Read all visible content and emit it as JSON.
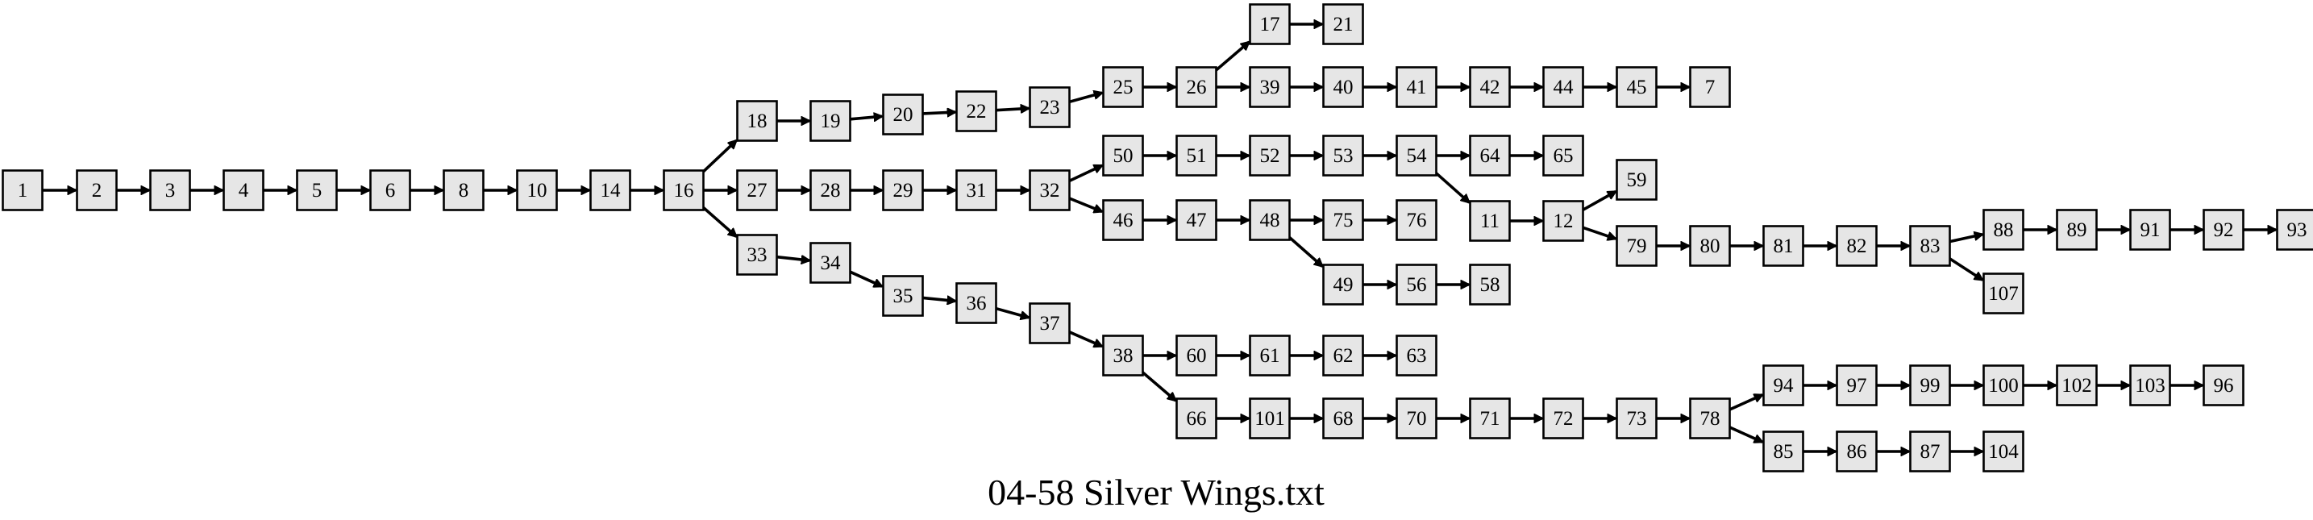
{
  "caption": "04-58 Silver Wings.txt",
  "colors": {
    "node_fill": "#e6e6e6",
    "node_stroke": "#000000",
    "edge": "#000000",
    "background": "#ffffff"
  },
  "nodes": [
    "1",
    "2",
    "3",
    "4",
    "5",
    "6",
    "8",
    "10",
    "14",
    "16",
    "18",
    "19",
    "20",
    "22",
    "23",
    "25",
    "26",
    "17",
    "21",
    "39",
    "40",
    "41",
    "42",
    "44",
    "45",
    "7",
    "27",
    "28",
    "29",
    "31",
    "32",
    "50",
    "51",
    "52",
    "53",
    "54",
    "64",
    "65",
    "11",
    "12",
    "59",
    "79",
    "80",
    "81",
    "82",
    "83",
    "88",
    "89",
    "91",
    "92",
    "93",
    "107",
    "46",
    "47",
    "48",
    "75",
    "76",
    "49",
    "56",
    "58",
    "33",
    "34",
    "35",
    "36",
    "37",
    "38",
    "60",
    "61",
    "62",
    "63",
    "66",
    "101",
    "68",
    "70",
    "71",
    "72",
    "73",
    "78",
    "94",
    "97",
    "99",
    "100",
    "102",
    "103",
    "96",
    "85",
    "86",
    "87",
    "104"
  ],
  "edges": [
    [
      "1",
      "2"
    ],
    [
      "2",
      "3"
    ],
    [
      "3",
      "4"
    ],
    [
      "4",
      "5"
    ],
    [
      "5",
      "6"
    ],
    [
      "6",
      "8"
    ],
    [
      "8",
      "10"
    ],
    [
      "10",
      "14"
    ],
    [
      "14",
      "16"
    ],
    [
      "16",
      "18"
    ],
    [
      "16",
      "27"
    ],
    [
      "16",
      "33"
    ],
    [
      "18",
      "19"
    ],
    [
      "19",
      "20"
    ],
    [
      "20",
      "22"
    ],
    [
      "22",
      "23"
    ],
    [
      "23",
      "25"
    ],
    [
      "25",
      "26"
    ],
    [
      "26",
      "17"
    ],
    [
      "26",
      "39"
    ],
    [
      "17",
      "21"
    ],
    [
      "39",
      "40"
    ],
    [
      "40",
      "41"
    ],
    [
      "41",
      "42"
    ],
    [
      "42",
      "44"
    ],
    [
      "44",
      "45"
    ],
    [
      "45",
      "7"
    ],
    [
      "27",
      "28"
    ],
    [
      "28",
      "29"
    ],
    [
      "29",
      "31"
    ],
    [
      "31",
      "32"
    ],
    [
      "32",
      "50"
    ],
    [
      "32",
      "46"
    ],
    [
      "50",
      "51"
    ],
    [
      "51",
      "52"
    ],
    [
      "52",
      "53"
    ],
    [
      "53",
      "54"
    ],
    [
      "54",
      "64"
    ],
    [
      "54",
      "11"
    ],
    [
      "64",
      "65"
    ],
    [
      "11",
      "12"
    ],
    [
      "12",
      "59"
    ],
    [
      "12",
      "79"
    ],
    [
      "79",
      "80"
    ],
    [
      "80",
      "81"
    ],
    [
      "81",
      "82"
    ],
    [
      "82",
      "83"
    ],
    [
      "83",
      "88"
    ],
    [
      "83",
      "107"
    ],
    [
      "88",
      "89"
    ],
    [
      "89",
      "91"
    ],
    [
      "91",
      "92"
    ],
    [
      "92",
      "93"
    ],
    [
      "46",
      "47"
    ],
    [
      "47",
      "48"
    ],
    [
      "48",
      "75"
    ],
    [
      "48",
      "49"
    ],
    [
      "75",
      "76"
    ],
    [
      "49",
      "56"
    ],
    [
      "56",
      "58"
    ],
    [
      "33",
      "34"
    ],
    [
      "34",
      "35"
    ],
    [
      "35",
      "36"
    ],
    [
      "36",
      "37"
    ],
    [
      "37",
      "38"
    ],
    [
      "38",
      "60"
    ],
    [
      "38",
      "66"
    ],
    [
      "60",
      "61"
    ],
    [
      "61",
      "62"
    ],
    [
      "62",
      "63"
    ],
    [
      "66",
      "101"
    ],
    [
      "101",
      "68"
    ],
    [
      "68",
      "70"
    ],
    [
      "70",
      "71"
    ],
    [
      "71",
      "72"
    ],
    [
      "72",
      "73"
    ],
    [
      "73",
      "78"
    ],
    [
      "78",
      "94"
    ],
    [
      "78",
      "85"
    ],
    [
      "94",
      "97"
    ],
    [
      "97",
      "99"
    ],
    [
      "99",
      "100"
    ],
    [
      "100",
      "102"
    ],
    [
      "102",
      "103"
    ],
    [
      "103",
      "96"
    ],
    [
      "85",
      "86"
    ],
    [
      "86",
      "87"
    ],
    [
      "87",
      "104"
    ]
  ]
}
